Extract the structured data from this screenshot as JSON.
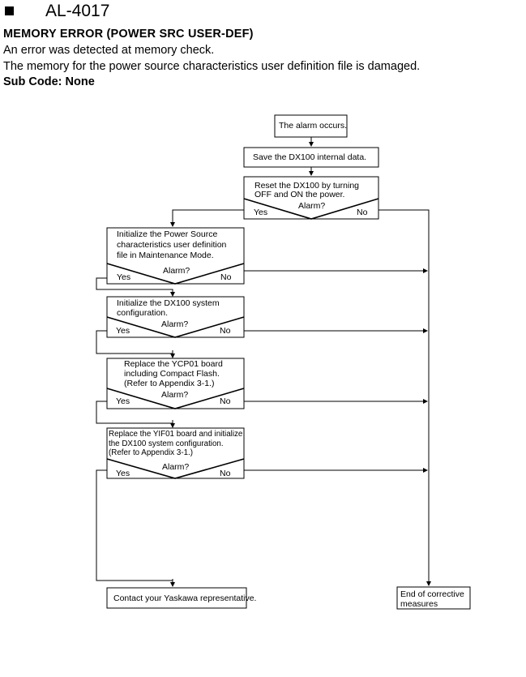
{
  "alarm": {
    "code": "AL-4017"
  },
  "error": {
    "title": "MEMORY ERROR (POWER SRC USER-DEF)",
    "description_1": "An error was detected at memory check.",
    "description_2": "The memory for the power source characteristics user definition file is damaged.",
    "sub_code": "Sub Code: None"
  },
  "flowchart": {
    "start": "The alarm occurs.",
    "save": "Save the DX100 internal data.",
    "reset": [
      "Reset the DX100 by turning",
      "OFF and ON the power."
    ],
    "step1": [
      "Initialize the Power Source",
      "characteristics user definition",
      "file in Maintenance Mode."
    ],
    "step2": [
      "Initialize the DX100 system",
      "configuration."
    ],
    "step3": [
      "Replace the YCP01 board",
      "including Compact Flash.",
      "(Refer to Appendix 3-1.)"
    ],
    "step4": [
      "Replace the YIF01 board and initialize",
      "the DX100 system configuration.",
      "(Refer to Appendix 3-1.)"
    ],
    "decision_label": "Alarm?",
    "yes_label": "Yes",
    "no_label": "No",
    "contact": "Contact your Yaskawa representative.",
    "end": [
      "End of corrective",
      "measures"
    ]
  }
}
